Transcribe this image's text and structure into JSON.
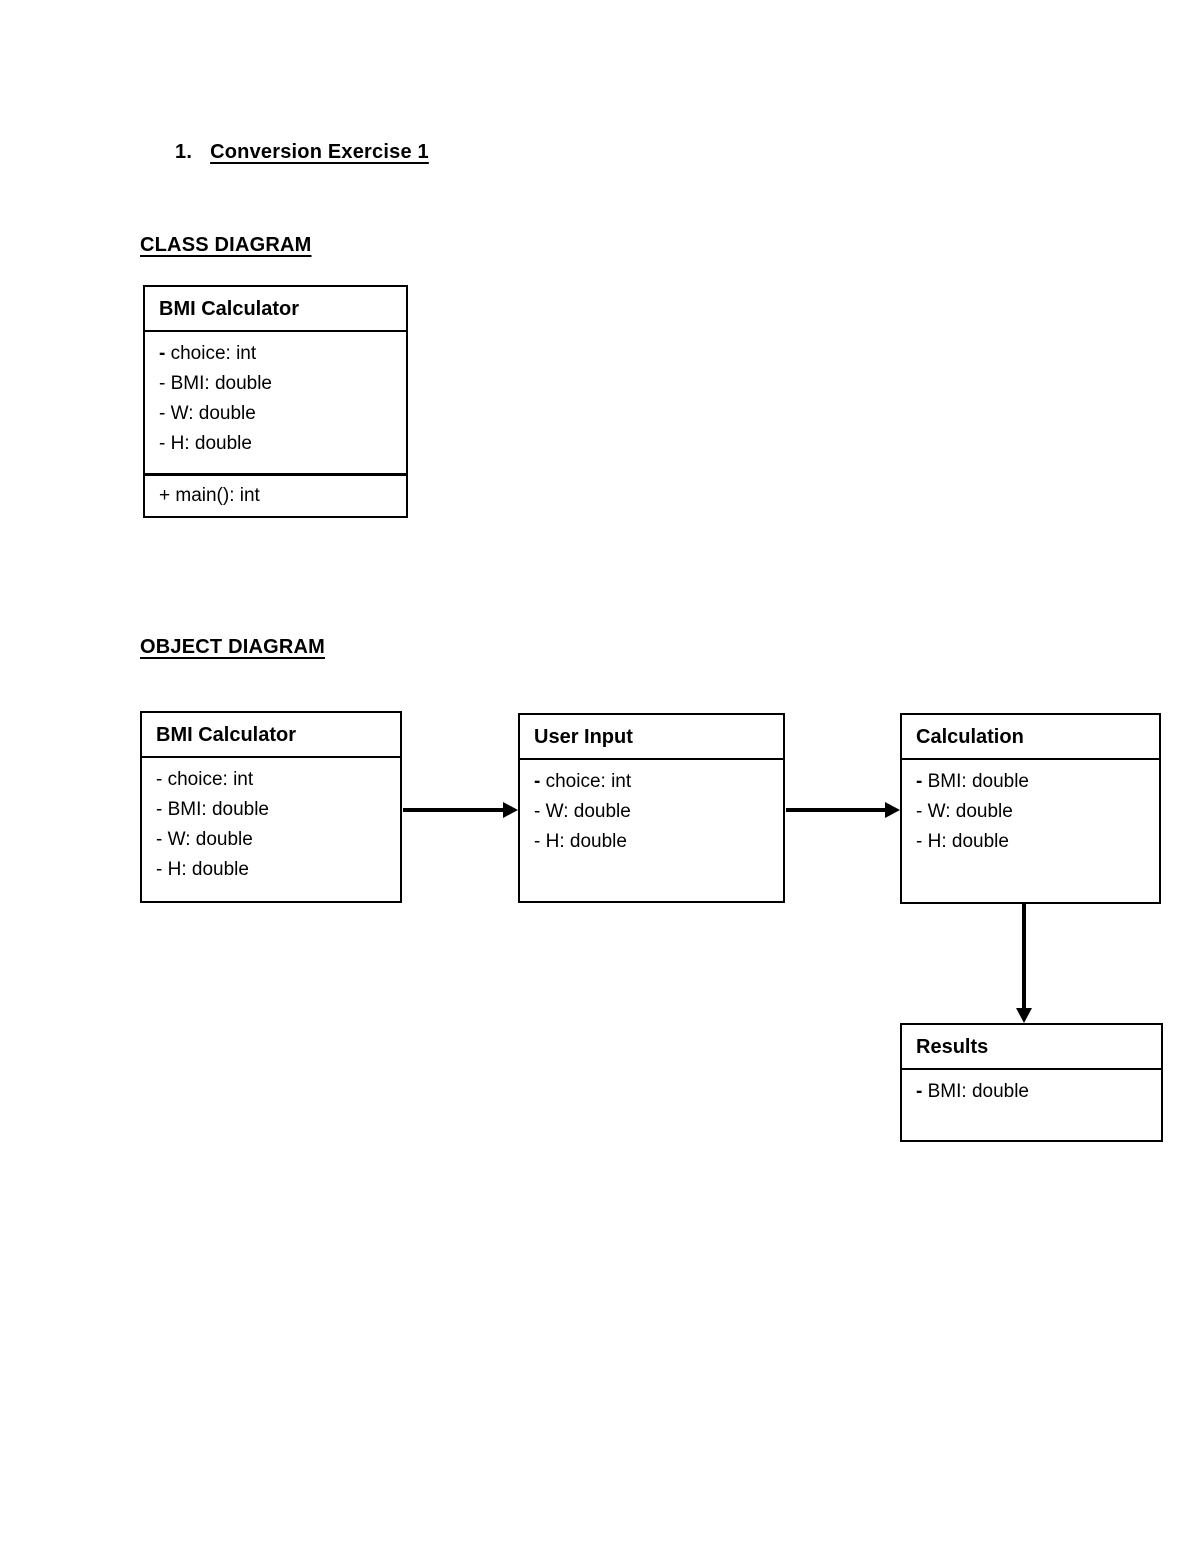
{
  "page": {
    "heading_number": "1.",
    "heading_title": "Conversion Exercise 1",
    "class_diagram_label": "CLASS DIAGRAM",
    "object_diagram_label": "OBJECT DIAGRAM"
  },
  "class_diagram": {
    "box": {
      "title": "BMI Calculator",
      "attributes": [
        "- choice: int",
        "- BMI: double",
        "- W: double",
        "- H: double"
      ],
      "methods": [
        "+ main(): int"
      ]
    }
  },
  "object_diagram": {
    "boxes": {
      "bmi_calculator": {
        "title": "BMI Calculator",
        "attributes": [
          "- choice: int",
          "- BMI: double",
          "- W: double",
          "- H: double"
        ]
      },
      "user_input": {
        "title": "User Input",
        "attributes": [
          "- choice: int",
          "- W: double",
          "- H: double"
        ]
      },
      "calculation": {
        "title": "Calculation",
        "attributes": [
          "- BMI: double",
          "- W: double",
          "- H: double"
        ]
      },
      "results": {
        "title": "Results",
        "attributes": [
          "- BMI: double"
        ]
      }
    },
    "connections": [
      {
        "from": "BMI Calculator",
        "to": "User Input",
        "style": "solid-arrow"
      },
      {
        "from": "User Input",
        "to": "Calculation",
        "style": "solid-arrow"
      },
      {
        "from": "Calculation",
        "to": "Results",
        "style": "solid-arrow"
      }
    ]
  },
  "colors": {
    "text": "#000000",
    "border": "#000000",
    "background": "#ffffff"
  }
}
